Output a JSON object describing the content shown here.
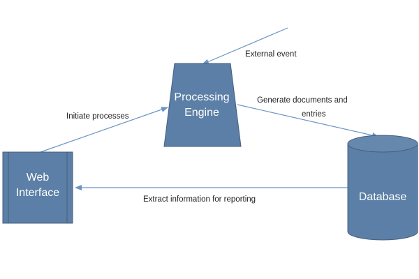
{
  "colors": {
    "node_fill": "#5b7fa6",
    "node_stroke": "#445f7f",
    "arrow": "#6a95c4",
    "label_text": "#222222",
    "node_text": "#ffffff"
  },
  "nodes": {
    "processing_engine": {
      "line1": "Processing",
      "line2": "Engine",
      "shape": "trapezoid"
    },
    "web_interface": {
      "line1": "Web",
      "line2": "Interface",
      "shape": "rectangle-with-side-bars"
    },
    "database": {
      "label": "Database",
      "shape": "cylinder"
    }
  },
  "edges": {
    "external_event": {
      "label": "External event"
    },
    "initiate_processes": {
      "label": "Initiate processes"
    },
    "generate_documents": {
      "label_line1": "Generate documents and",
      "label_line2": "entries"
    },
    "extract_information": {
      "label": "Extract information for reporting"
    }
  }
}
